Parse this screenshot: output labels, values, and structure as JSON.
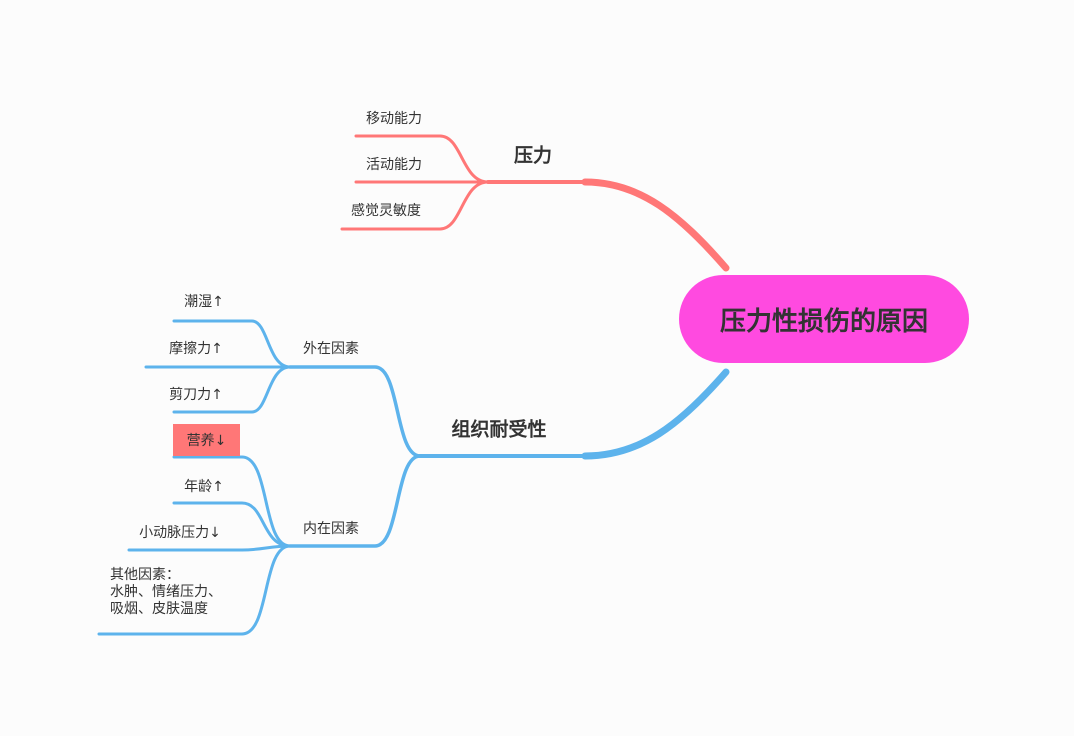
{
  "root": {
    "label": "压力性损伤的原因"
  },
  "branches": [
    {
      "label": "压力",
      "color": "#ff7777",
      "children": [
        "移动能力",
        "活动能力",
        "感觉灵敏度"
      ]
    },
    {
      "label": "组织耐受性",
      "color": "#5db3ec",
      "children": [
        {
          "label": "外在因素",
          "children": [
            "潮湿↑",
            "摩擦力↑",
            "剪刀力↑"
          ]
        },
        {
          "label": "内在因素",
          "children": [
            "营养↓",
            "年龄↑",
            "小动脉压力↓",
            [
              "其他因素：",
              "水肿、情绪压力、",
              "吸烟、皮肤温度"
            ]
          ]
        }
      ]
    }
  ],
  "colors": {
    "root": "#ff4ae0",
    "highlight": "#ff7777",
    "background": "#fcfcfc"
  }
}
